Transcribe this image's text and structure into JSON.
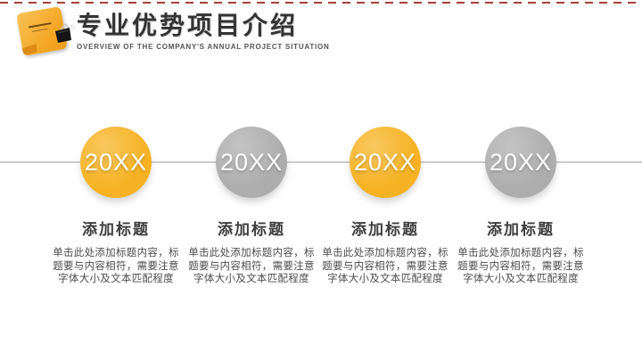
{
  "slide": {
    "header": {
      "title": "专业优势项目介绍",
      "subtitle": "OVERVIEW OF THE COMPANY'S ANNUAL PROJECT SITUATION"
    },
    "colors": {
      "accent_yellow": "#f6b222",
      "accent_gray": "#adadad",
      "timeline_line": "#cccccc",
      "top_dash": "#a5403a",
      "note_orange": "#f3a623"
    },
    "timeline": {
      "items": [
        {
          "year": "20XX",
          "accent": "#f6b222",
          "heading": "添加标题",
          "body": "单击此处添加标题内容，标题要与内容相符，需要注意字体大小及文本匹配程度"
        },
        {
          "year": "20XX",
          "accent": "#adadad",
          "heading": "添加标题",
          "body": "单击此处添加标题内容，标题要与内容相符，需要注意字体大小及文本匹配程度"
        },
        {
          "year": "20XX",
          "accent": "#f6b222",
          "heading": "添加标题",
          "body": "单击此处添加标题内容，标题要与内容相符，需要注意字体大小及文本匹配程度"
        },
        {
          "year": "20XX",
          "accent": "#adadad",
          "heading": "添加标题",
          "body": "单击此处添加标题内容，标题要与内容相符，需要注意字体大小及文本匹配程度"
        }
      ]
    }
  }
}
